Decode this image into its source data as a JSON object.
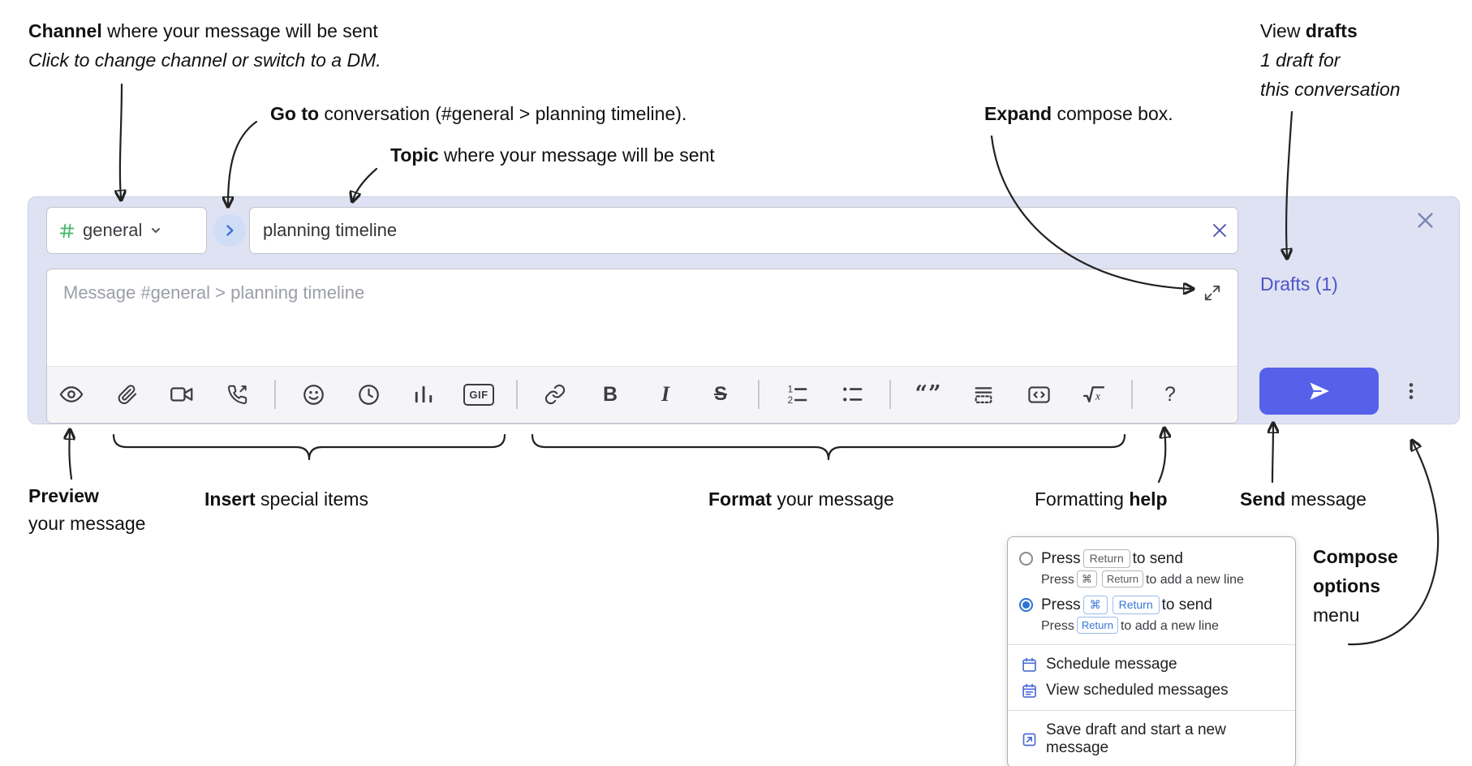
{
  "colors": {
    "compose_bg": "#dfe2f2",
    "send_button": "#5661ea",
    "drafts_link": "#4c55c8",
    "channel_hash_green": "#49b96f",
    "go_circle_bg": "#cfdef6",
    "go_circle_arrow": "#3c6cd7",
    "radio_selected": "#2f72d3",
    "key_blue": "#3674d9",
    "menu_icon_blue": "#4d6bd6",
    "annotation_text": "#111111"
  },
  "annotations": {
    "channel": {
      "bold": "Channel",
      "rest": " where your message will be sent",
      "line2": "Click to change channel or switch to a DM."
    },
    "goto": {
      "bold": "Go to",
      "rest": " conversation (#general > planning timeline)."
    },
    "topic": {
      "bold": "Topic",
      "rest": " where your message will be sent"
    },
    "expand": {
      "bold": "Expand",
      "rest": " compose box."
    },
    "drafts": {
      "pre": "View ",
      "bold": "drafts",
      "line2": "1 draft for",
      "line3": "this conversation"
    },
    "preview": {
      "bold": "Preview",
      "line2": "your message"
    },
    "insert": {
      "bold": "Insert",
      "rest": " special items"
    },
    "format": {
      "bold": "Format",
      "rest": " your message"
    },
    "help": {
      "pre": "Formatting ",
      "bold": "help"
    },
    "send": {
      "bold": "Send",
      "rest": " message"
    },
    "compose_menu": {
      "bold1": "Compose",
      "bold2": "options",
      "line3": "menu"
    }
  },
  "compose": {
    "channel_name": "general",
    "topic_value": "planning timeline",
    "message_placeholder": "Message #general > planning timeline",
    "drafts_link": "Drafts (1)",
    "icons": [
      "stream-hash",
      "chevron-down",
      "go-chevron-right",
      "clear-x",
      "close-x",
      "expand-diagonal",
      "send-plane",
      "vertical-ellipsis"
    ]
  },
  "toolbar": {
    "bold_glyph": "B",
    "italic_glyph": "I",
    "strike_glyph": "S",
    "gif_glyph": "GIF",
    "quote_glyph": "“”",
    "help_glyph": "?",
    "icons": [
      "preview-eye",
      "attach-paperclip",
      "video-call",
      "voice-call",
      "emoji",
      "time",
      "poll-chart",
      "gif",
      "link",
      "bold",
      "italic",
      "strikethrough",
      "numbered-list",
      "bulleted-list",
      "quote",
      "spoiler",
      "code",
      "math",
      "help"
    ]
  },
  "popup": {
    "option1": {
      "pre": "Press",
      "key1": "Return",
      "post": "to send",
      "sub_pre": "Press",
      "sub_key1": "⌘",
      "sub_key2": "Return",
      "sub_post": "to add a new line"
    },
    "option2": {
      "pre": "Press",
      "key1": "⌘",
      "key2": "Return",
      "post": "to send",
      "sub_pre": "Press",
      "sub_key1": "Return",
      "sub_post": "to add a new line"
    },
    "schedule": "Schedule message",
    "view_scheduled": "View scheduled messages",
    "save_draft": "Save draft and start a new message",
    "icons": [
      "schedule-calendar",
      "view-scheduled-calendar",
      "save-draft-document"
    ]
  }
}
